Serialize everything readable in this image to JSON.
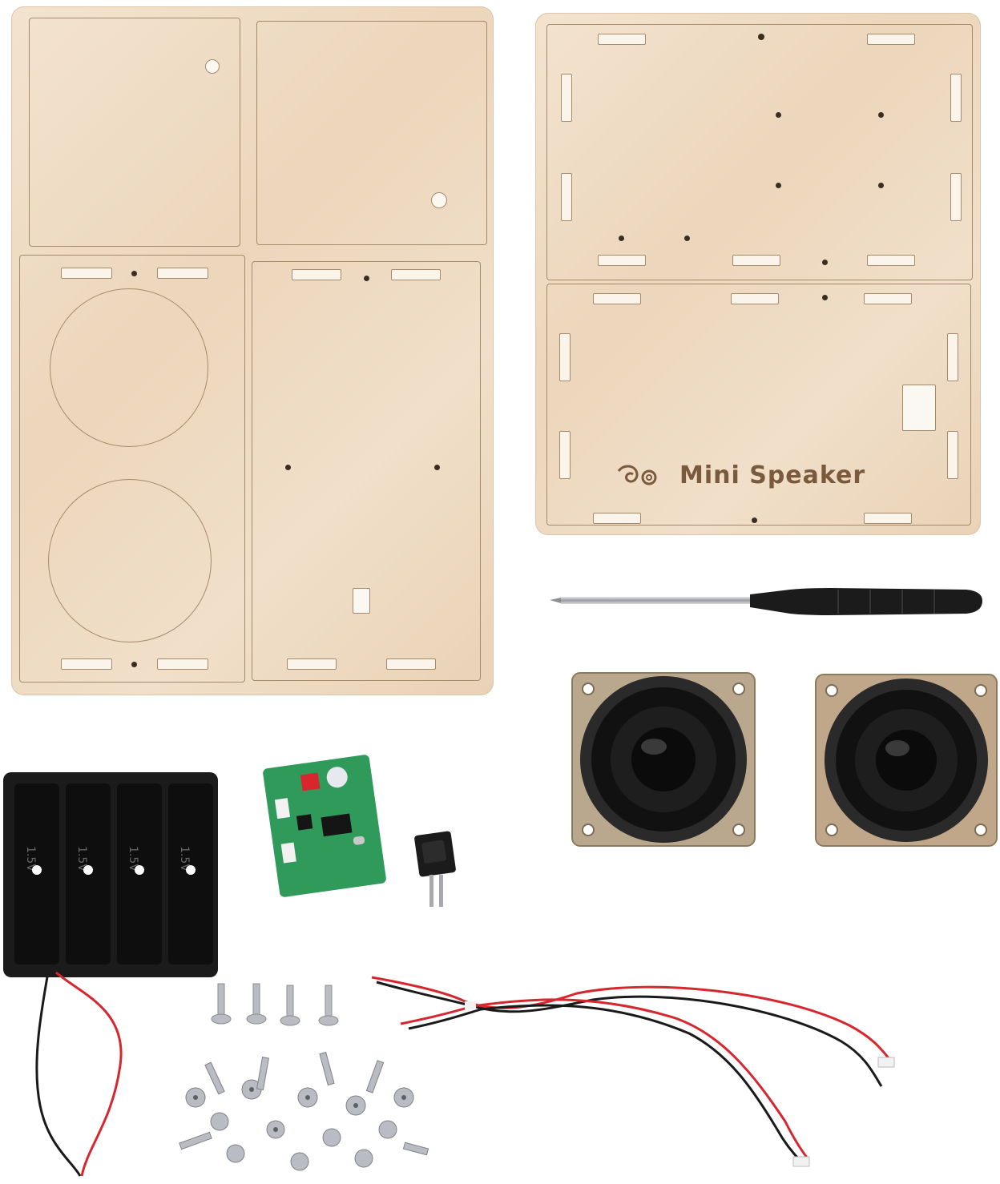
{
  "engraving": {
    "logo_text": "Mini Speaker"
  },
  "battery_labels": [
    "1.5V",
    "1.5V",
    "1.5V",
    "1.5V"
  ],
  "colors": {
    "wood": "#efdcc4",
    "wood_dark": "#a68a6a",
    "engraving": "#7a5a3c",
    "plastic_black": "#1b1b1b",
    "pcb_green": "#2f9a5a",
    "wire_red": "#d8262f",
    "wire_black": "#1a1a1a",
    "metal": "#b9bcc2",
    "speaker_frame": "#b9a88d"
  },
  "icons": [
    "speaker-logo-icon"
  ]
}
